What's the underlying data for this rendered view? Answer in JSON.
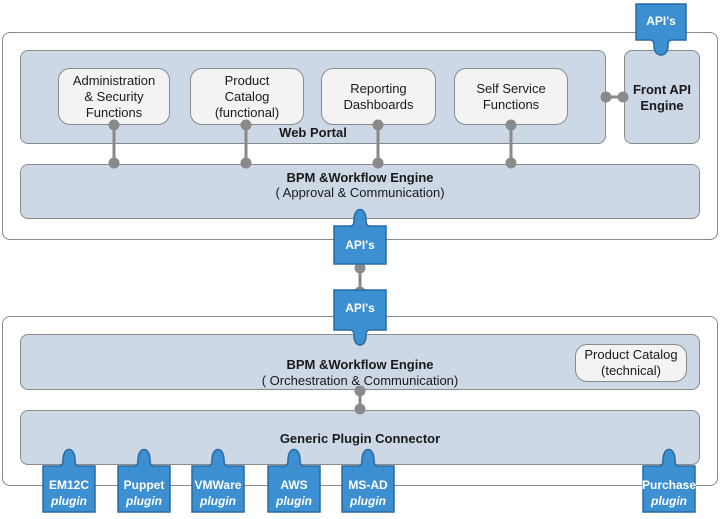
{
  "top_section": {
    "web_portal": {
      "title": "Web Portal",
      "cards": [
        {
          "label": "Administration\n& Security\nFunctions"
        },
        {
          "label": "Product\nCatalog\n(functional)"
        },
        {
          "label": "Reporting\nDashboards"
        },
        {
          "label": "Self Service\nFunctions"
        }
      ]
    },
    "front_api": {
      "title": "Front API\nEngine",
      "connector": "API's"
    },
    "bpm_engine": {
      "title": "BPM &Workflow Engine",
      "subtitle": "( Approval & Communication)"
    }
  },
  "middle": {
    "api_top": "API's",
    "api_bottom": "API's"
  },
  "bottom_section": {
    "bpm_engine": {
      "title": "BPM &Workflow Engine",
      "subtitle": "( Orchestration & Communication)"
    },
    "product_catalog": {
      "label": "Product Catalog\n(technical)"
    },
    "plugin_connector": {
      "title": "Generic Plugin Connector"
    },
    "plugins": [
      {
        "name": "EM12C",
        "type": "plugin"
      },
      {
        "name": "Puppet",
        "type": "plugin"
      },
      {
        "name": "VMWare",
        "type": "plugin"
      },
      {
        "name": "AWS",
        "type": "plugin"
      },
      {
        "name": "MS-AD",
        "type": "plugin"
      },
      {
        "name": "Purchase",
        "type": "plugin"
      }
    ]
  },
  "colors": {
    "puzzle_blue": "#3c8fd0",
    "puzzle_border": "#2a6aa0",
    "panel_fill": "#cdd8e6",
    "card_fill": "#f3f3f3",
    "connector_gray": "#8a8a8a"
  }
}
